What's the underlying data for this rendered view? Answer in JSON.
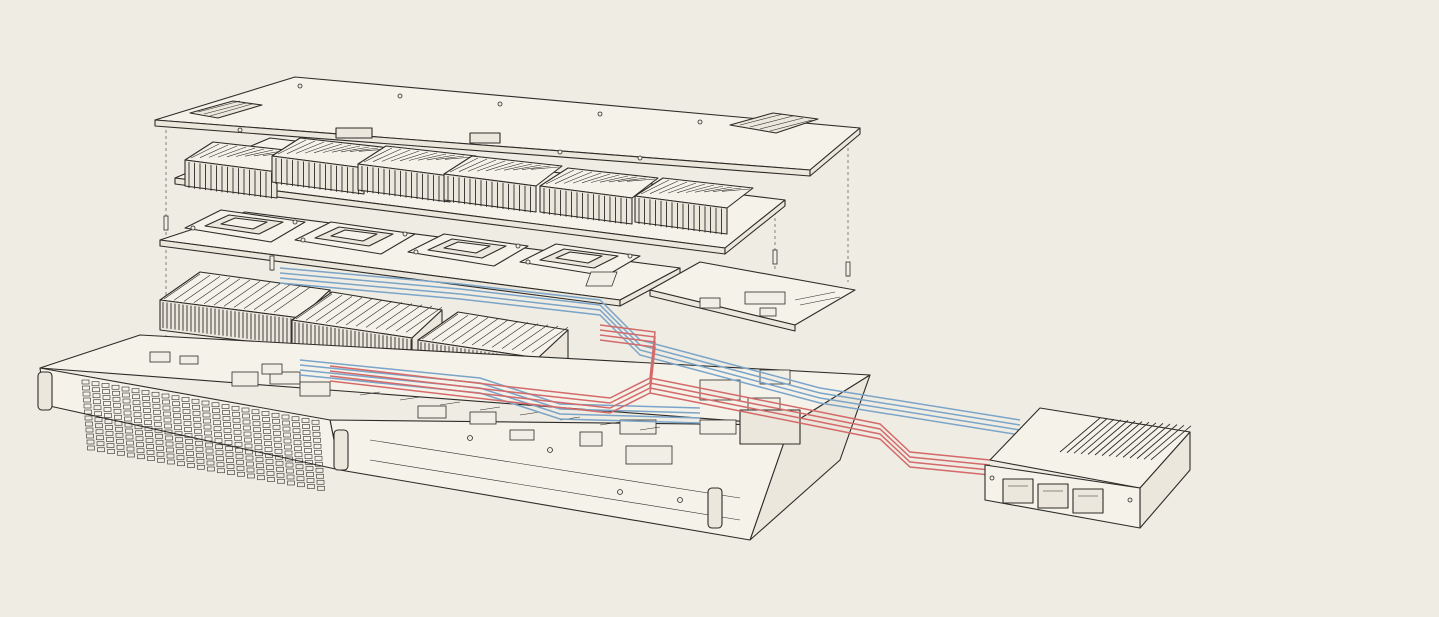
{
  "palette": {
    "paper": "#efece3",
    "ink": "#2e2c28",
    "signal_blue": "#7aa4c8",
    "signal_red": "#d46a6a"
  },
  "illustration": {
    "style": "technical pen drawing, exploded isometric view",
    "layers": [
      "top-cover",
      "heatsink-row",
      "processor-socket-board",
      "memory-module-banks",
      "base-chassis-mainboard"
    ],
    "external_module": {
      "port_count": 3
    },
    "cable_bundles": {
      "blue_lines": 4,
      "red_lines": 4
    }
  }
}
